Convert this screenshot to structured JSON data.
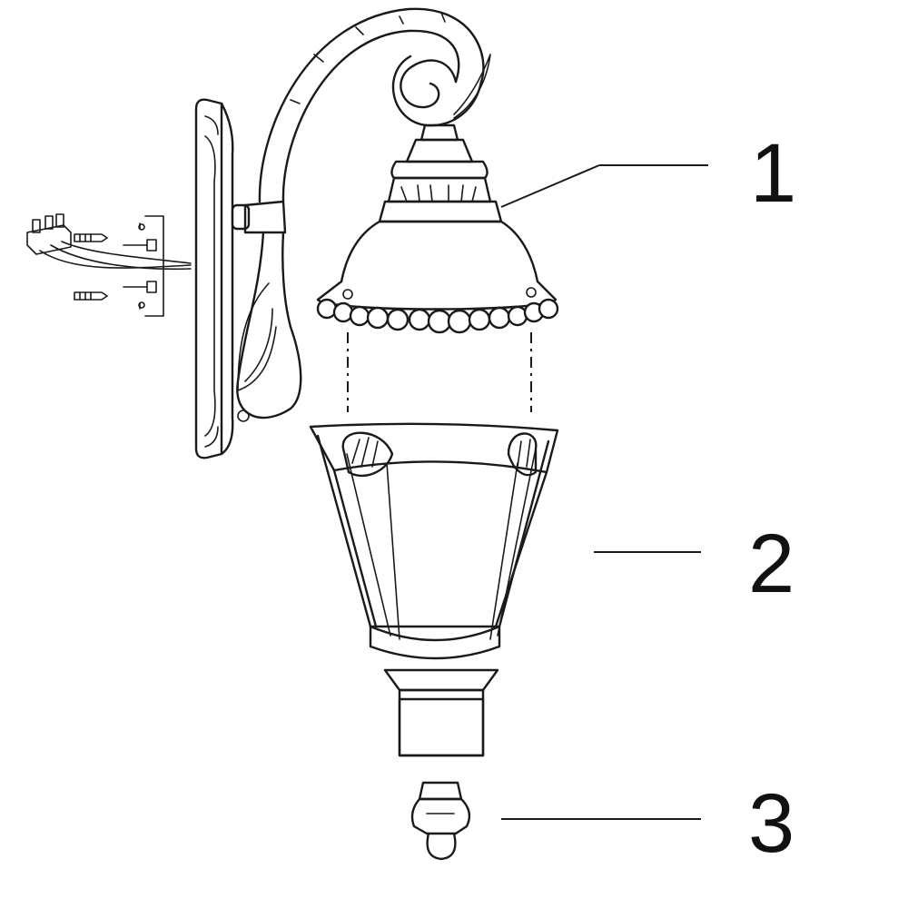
{
  "callouts": [
    {
      "id": "1",
      "label": "1"
    },
    {
      "id": "2",
      "label": "2"
    },
    {
      "id": "3",
      "label": "3"
    }
  ],
  "colors": {
    "line": "#1a1a1a",
    "background": "#ffffff"
  },
  "icons": [
    "wall-plate",
    "mounting-hardware",
    "terminal-block",
    "lamp-top-assembly",
    "glass-lantern-body",
    "finial"
  ]
}
